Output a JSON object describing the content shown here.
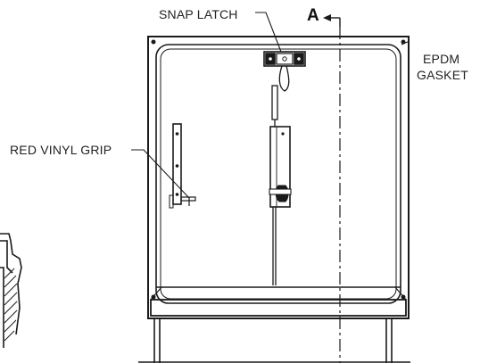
{
  "drawing": {
    "labels": {
      "snap_latch": "SNAP LATCH",
      "section_marker": "A",
      "gasket_line1": "EPDM",
      "gasket_line2": "GASKET",
      "grip": "RED VINYL GRIP"
    },
    "colors": {
      "line": "#1a1a1a",
      "hatch": "#555555",
      "background": "#ffffff"
    }
  }
}
